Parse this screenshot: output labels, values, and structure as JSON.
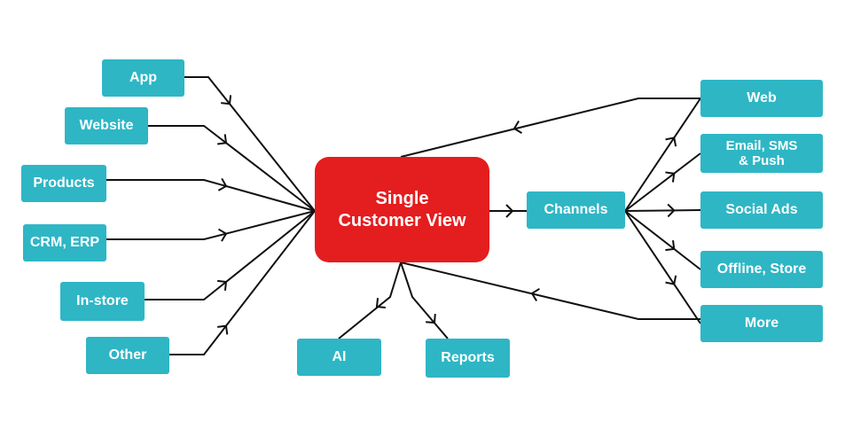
{
  "diagram": {
    "center": {
      "label": "Single\nCustomer View"
    },
    "sources": [
      {
        "id": "app",
        "label": "App"
      },
      {
        "id": "website",
        "label": "Website"
      },
      {
        "id": "products",
        "label": "Products"
      },
      {
        "id": "crm-erp",
        "label": "CRM, ERP"
      },
      {
        "id": "in-store",
        "label": "In-store"
      },
      {
        "id": "other",
        "label": "Other"
      }
    ],
    "outputs": [
      {
        "id": "ai",
        "label": "AI"
      },
      {
        "id": "reports",
        "label": "Reports"
      }
    ],
    "channels": {
      "label": "Channels"
    },
    "channel_items": [
      {
        "id": "web",
        "label": "Web"
      },
      {
        "id": "email-sms-push",
        "label": "Email, SMS\n& Push"
      },
      {
        "id": "social-ads",
        "label": "Social Ads"
      },
      {
        "id": "offline-store",
        "label": "Offline, Store"
      },
      {
        "id": "more",
        "label": "More"
      }
    ],
    "colors": {
      "node": "#2eb6c5",
      "center": "#e41d1f",
      "edge": "#111111",
      "text": "#ffffff"
    }
  }
}
